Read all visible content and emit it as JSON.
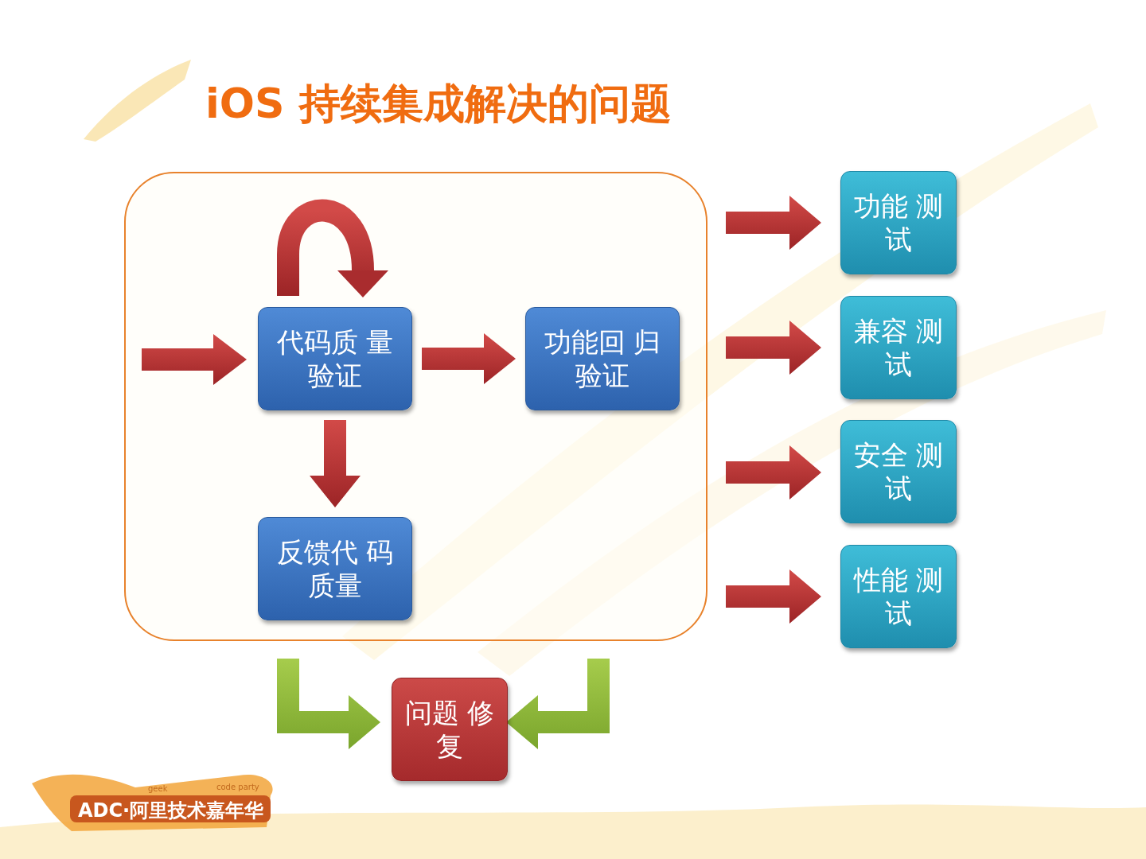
{
  "diagram": {
    "title": "iOS 持续集成解决的问题",
    "nodes": [
      {
        "text": [
          "功能 测试"
        ]
      },
      {
        "text": [
          "代码质 量验证"
        ]
      },
      {
        "text": [
          "功能回 归验证"
        ]
      },
      {
        "text": [
          "兼容 测试"
        ]
      },
      {
        "text": [
          "安全 测试"
        ]
      },
      {
        "text": [
          "反馈代 码质量"
        ]
      },
      {
        "text": [
          "性能 测试"
        ]
      },
      {
        "text": [
          "问题 修复"
        ]
      }
    ],
    "edges": [
      {
        "from": 1,
        "to": 1,
        "arrow": "to"
      },
      {
        "from": 1,
        "to": 2,
        "arrow": "to"
      },
      {
        "from": 1,
        "to": 5,
        "arrow": "to"
      }
    ],
    "labels": [
      "ADC·阿里技术嘉年华",
      "geek",
      "code party"
    ]
  }
}
